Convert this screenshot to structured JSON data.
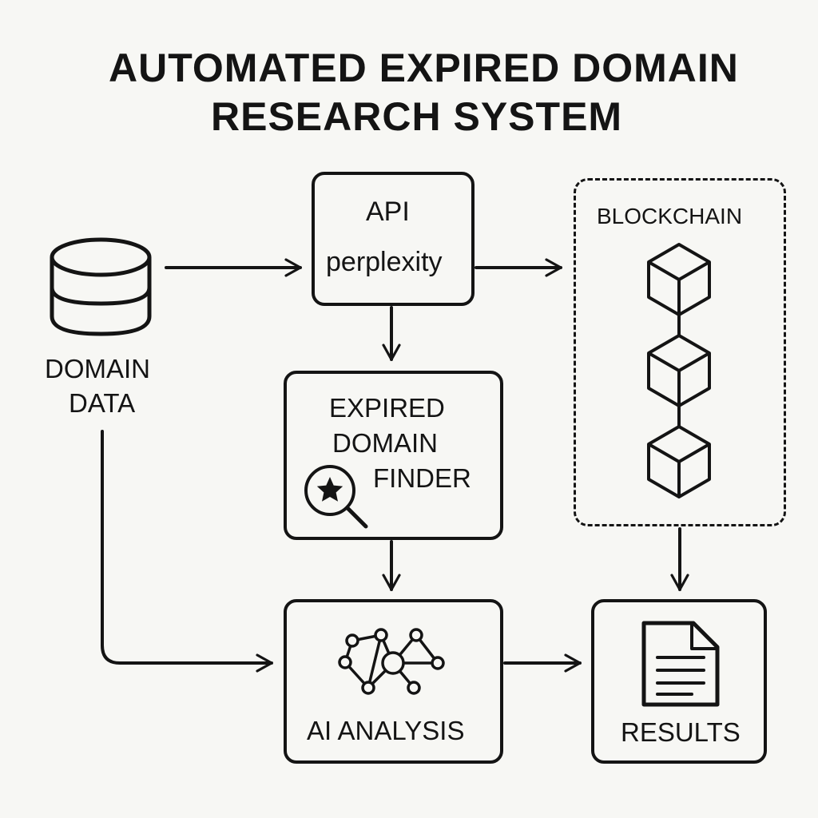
{
  "title": {
    "line1": "AUTOMATED EXPIRED DOMAIN",
    "line2": "RESEARCH SYSTEM"
  },
  "nodes": {
    "domain_data": {
      "line1": "DOMAIN",
      "line2": "DATA",
      "icon": "database-icon"
    },
    "api": {
      "line1": "API",
      "line2": "perplexity"
    },
    "blockchain": {
      "label": "BLOCKCHAIN",
      "icon": "blockchain-cubes-icon"
    },
    "finder": {
      "line1": "EXPIRED",
      "line2": "DOMAIN",
      "line3": "FINDER",
      "icon": "magnifier-star-icon"
    },
    "ai_analysis": {
      "label": "AI ANALYSIS",
      "icon": "neural-network-icon"
    },
    "results": {
      "label": "RESULTS",
      "icon": "document-icon"
    }
  },
  "edges": [
    {
      "from": "domain_data",
      "to": "api"
    },
    {
      "from": "api",
      "to": "blockchain"
    },
    {
      "from": "api",
      "to": "finder"
    },
    {
      "from": "finder",
      "to": "ai_analysis"
    },
    {
      "from": "domain_data",
      "to": "ai_analysis"
    },
    {
      "from": "blockchain",
      "to": "results"
    },
    {
      "from": "ai_analysis",
      "to": "results"
    }
  ],
  "colors": {
    "background": "#f7f7f4",
    "ink": "#141414"
  }
}
